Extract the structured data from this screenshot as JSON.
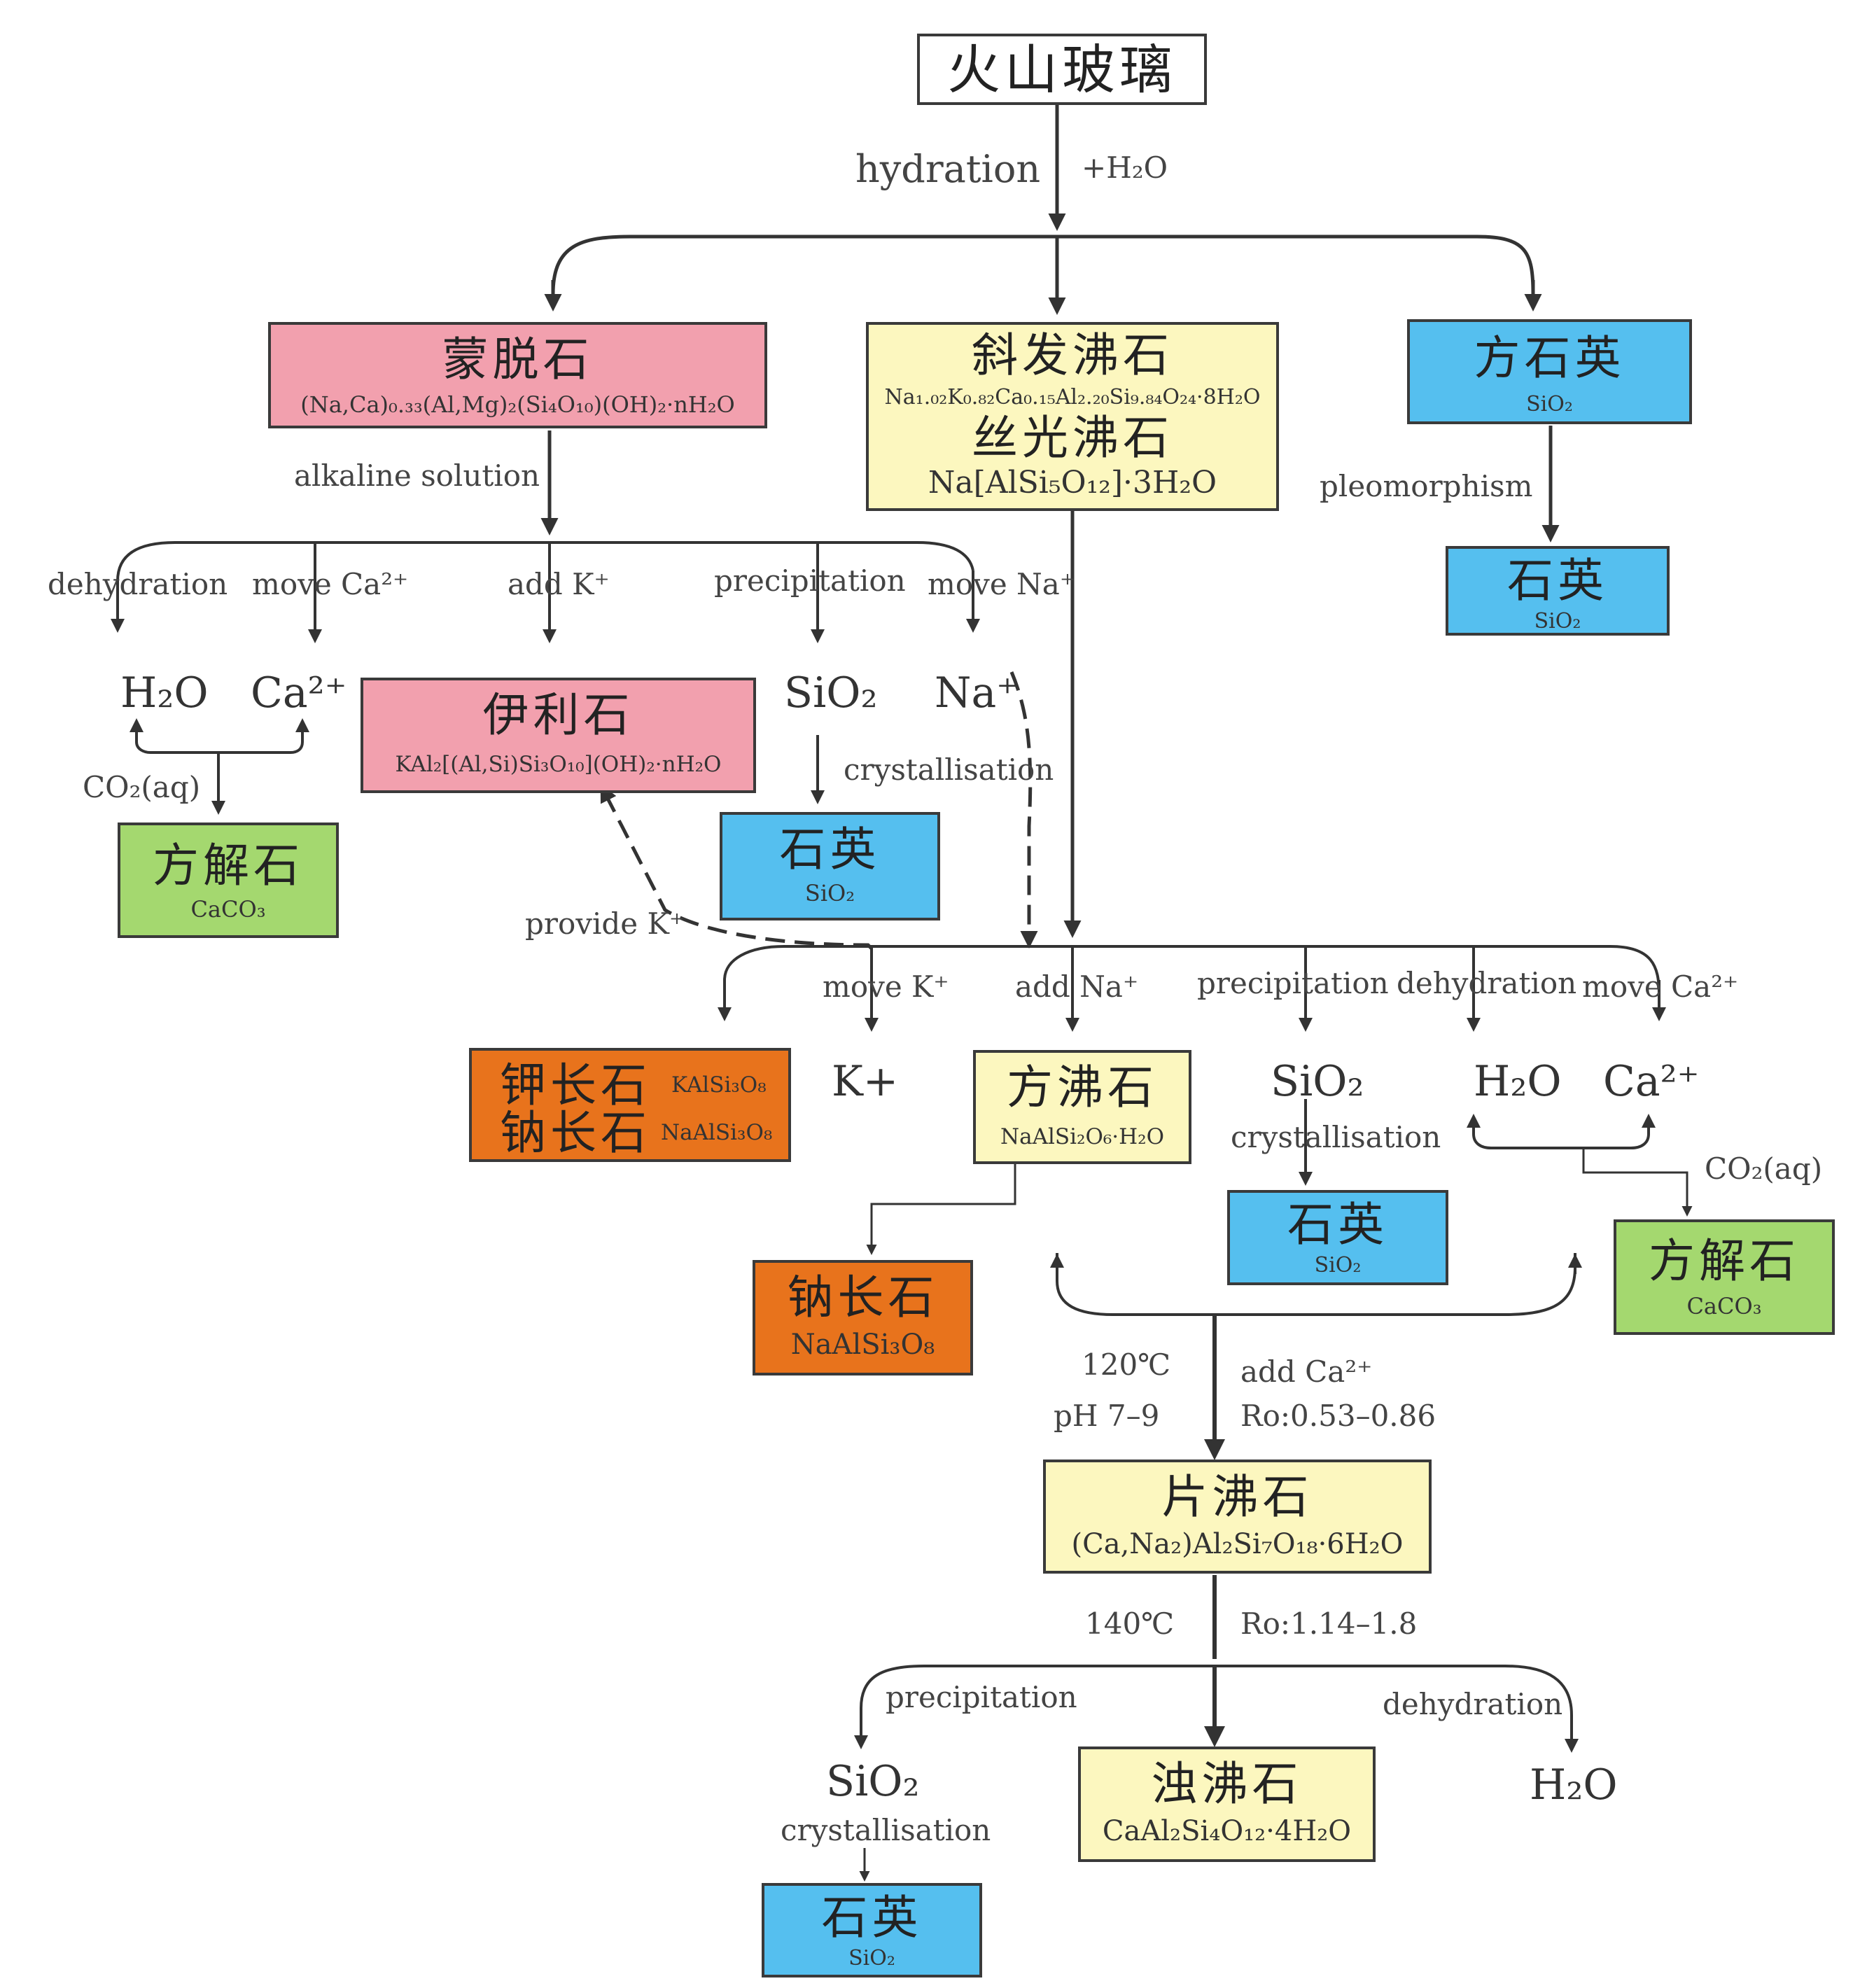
{
  "root": "火山玻璃",
  "labels": {
    "hydration": "hydration",
    "plus_water": "+H₂O",
    "alkaline": "alkaline solution",
    "pleomorphism": "pleomorphism",
    "dehydration": "dehydration",
    "move_ca": "move Ca²⁺",
    "add_k": "add K⁺",
    "precipitation": "precipitation",
    "move_na": "move Na⁺",
    "crystallisation": "crystallisation",
    "co2aq": "CO₂(aq)",
    "provide_k": "provide K⁺",
    "move_k": "move K⁺",
    "add_na": "add Na⁺",
    "temp120": "120℃",
    "ph": "pH 7–9",
    "add_ca": "add Ca²⁺",
    "ro1": "Ro:0.53–0.86",
    "temp140": "140℃",
    "ro2": "Ro:1.14–1.8"
  },
  "chem": {
    "h2o": "H₂O",
    "ca": "Ca²⁺",
    "sio2": "SiO₂",
    "na": "Na⁺",
    "kplus": "K+"
  },
  "boxes": {
    "montmorillonite": {
      "name": "蒙脱石",
      "formula": "(Na,Ca)₀.₃₃(Al,Mg)₂(Si₄O₁₀)(OH)₂·nH₂O"
    },
    "clinoptilolite": {
      "name": "斜发沸石",
      "formula": "Na₁.₀₂K₀.₈₂Ca₀.₁₅Al₂.₂₀Si₉.₈₄O₂₄·8H₂O"
    },
    "mordenite": {
      "name": "丝光沸石",
      "formula": "Na[AlSi₅O₁₂]·3H₂O"
    },
    "cristobalite": {
      "name": "方石英",
      "formula": "SiO₂"
    },
    "quartz_top": {
      "name": "石英",
      "formula": "SiO₂"
    },
    "illite": {
      "name": "伊利石",
      "formula": "KAl₂[(Al,Si)Si₃O₁₀](OH)₂·nH₂O"
    },
    "quartz_mid": {
      "name": "石英",
      "formula": "SiO₂"
    },
    "calcite_left": {
      "name": "方解石",
      "formula": "CaCO₃"
    },
    "feldspar": {
      "name1": "钾长石",
      "formula1": "KAlSi₃O₈",
      "name2": "钠长石",
      "formula2": "NaAlSi₃O₈"
    },
    "analcime": {
      "name": "方沸石",
      "formula": "NaAlSi₂O₆·H₂O"
    },
    "quartz_right": {
      "name": "石英",
      "formula": "SiO₂"
    },
    "calcite_right": {
      "name": "方解石",
      "formula": "CaCO₃"
    },
    "albite": {
      "name": "钠长石",
      "formula": "NaAlSi₃O₈"
    },
    "heulandite": {
      "name": "片沸石",
      "formula": "(Ca,Na₂)Al₂Si₇O₁₈·6H₂O"
    },
    "laumontite": {
      "name": "浊沸石",
      "formula": "CaAl₂Si₄O₁₂·4H₂O"
    },
    "quartz_bottom": {
      "name": "石英",
      "formula": "SiO₂"
    }
  },
  "colors": {
    "pink": "#f2a0ae",
    "yellow": "#fcf7bf",
    "blue": "#55bfef",
    "green": "#a4d86f",
    "orange": "#e8731c"
  }
}
